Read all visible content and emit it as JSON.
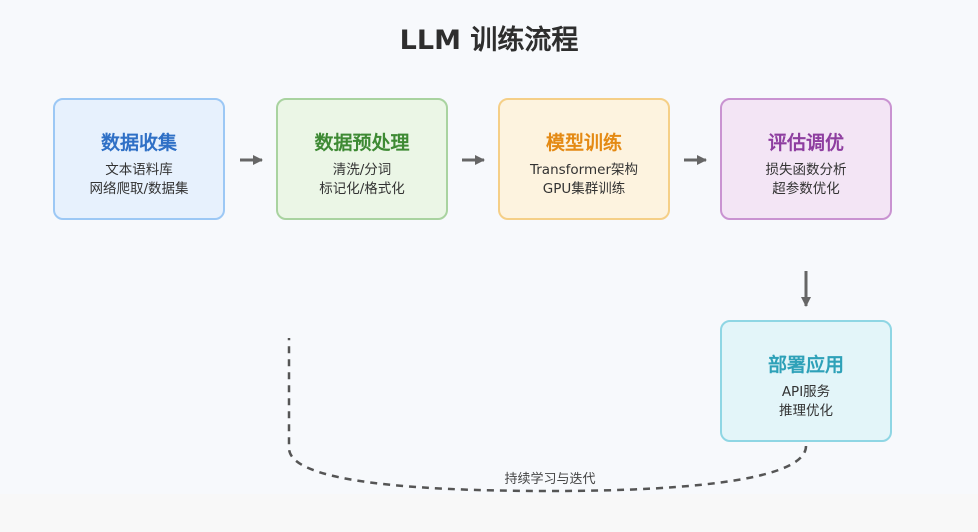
{
  "title": "LLM 训练流程",
  "steps": [
    {
      "title": "数据收集",
      "lines": [
        "文本语料库",
        "网络爬取/数据集"
      ]
    },
    {
      "title": "数据预处理",
      "lines": [
        "清洗/分词",
        "标记化/格式化"
      ]
    },
    {
      "title": "模型训练",
      "lines": [
        "Transformer架构",
        "GPU集群训练"
      ]
    },
    {
      "title": "评估调优",
      "lines": [
        "损失函数分析",
        "超参数优化"
      ]
    },
    {
      "title": "部署应用",
      "lines": [
        "API服务",
        "推理优化"
      ]
    }
  ],
  "loop_label": "持续学习与迭代",
  "colors": {
    "arrow": "#666666",
    "loop": "#555555"
  }
}
